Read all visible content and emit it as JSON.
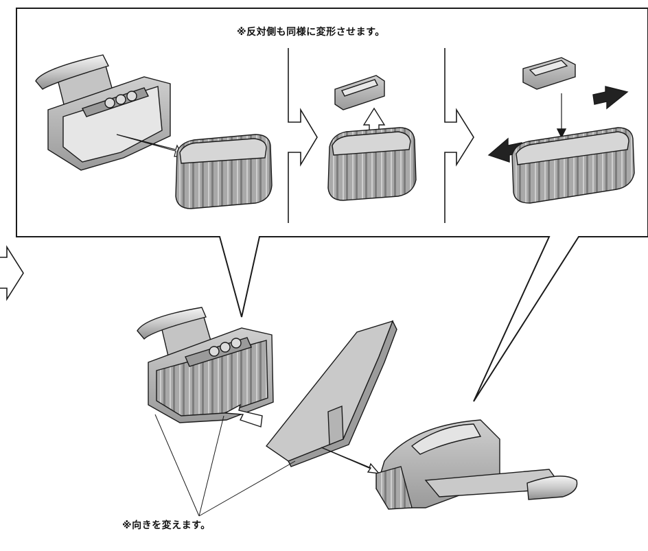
{
  "notes": {
    "mirror_side": "※反対側も同様に変形させます。",
    "change_direction": "※向きを変えます。"
  },
  "colors": {
    "outline": "#1a1a1a",
    "part_fill": "#b8b8b8",
    "part_light": "#dcdcdc",
    "part_dark": "#8c8c8c",
    "arrow_fill": "#ffffff",
    "solid_arrow": "#222222"
  },
  "steps": [
    {
      "id": "step-1",
      "description_icon": "remove-cartridge"
    },
    {
      "id": "step-2",
      "description_icon": "lift-block"
    },
    {
      "id": "step-3",
      "description_icon": "expand-cartridge"
    }
  ]
}
